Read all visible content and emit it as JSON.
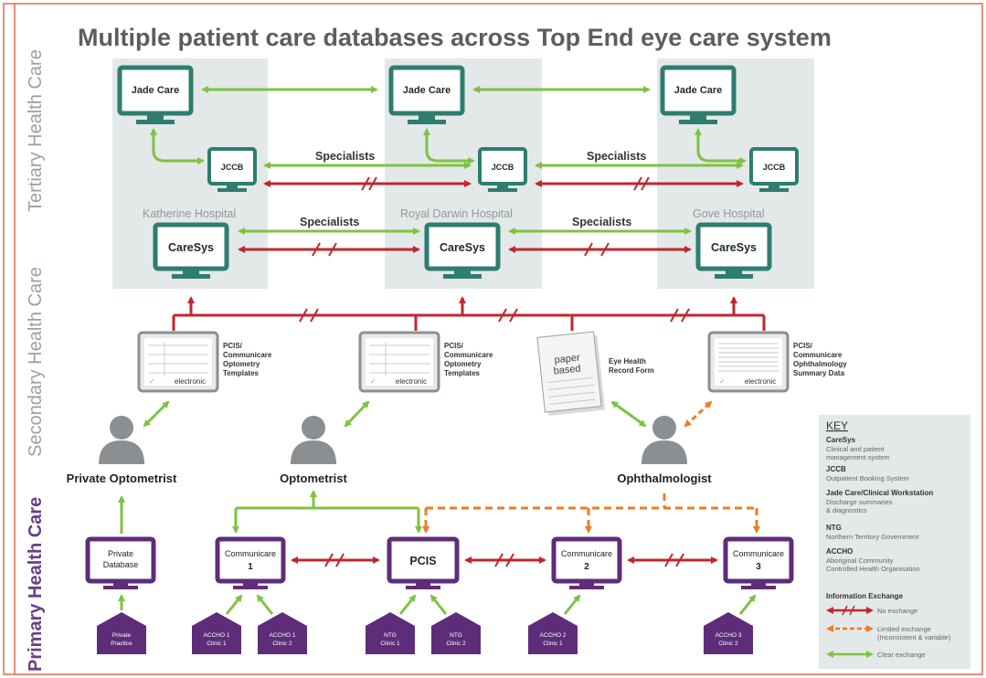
{
  "title": "Multiple patient care databases across Top End eye care system",
  "bands": {
    "tertiary": "Tertiary Health Care",
    "secondary": "Secondary Health Care",
    "primary": "Primary Health Care"
  },
  "hospitals": [
    "Katherine Hospital",
    "Royal Darwin Hospital",
    "Gove Hospital"
  ],
  "monitors": {
    "jade_care": "Jade Care",
    "jccb": "JCCB",
    "caresys": "CareSys"
  },
  "specialists": "Specialists",
  "templates": {
    "electronic": "electronic",
    "optometry": [
      "PCIS/",
      "Communicare",
      "Optometry",
      "Templates"
    ],
    "ophthalmology": [
      "PCIS/",
      "Communicare",
      "Ophthalmology",
      "Summary Data"
    ]
  },
  "paper": {
    "line1": "paper",
    "line2": "based",
    "label": [
      "Eye Health",
      "Record Form"
    ]
  },
  "people": {
    "private_optometrist": "Private Optometrist",
    "optometrist": "Optometrist",
    "ophthalmologist": "Ophthalmologist"
  },
  "primary": {
    "private_db": [
      "Private",
      "Database"
    ],
    "communicare": "Communicare",
    "num1": "1",
    "num2": "2",
    "num3": "3",
    "pcis": "PCIS"
  },
  "clinics": [
    [
      "Private",
      "Practice"
    ],
    [
      "ACCHO 1",
      "Clinic 1"
    ],
    [
      "ACCHO 1",
      "Clinic 2"
    ],
    [
      "NTG",
      "Clinic 1"
    ],
    [
      "NTG",
      "Clinic 2"
    ],
    [
      "ACCHO 2",
      "Clinic 1"
    ],
    [
      "ACCHO 3",
      "Clinic 2"
    ]
  ],
  "key": {
    "heading": "KEY",
    "items": [
      {
        "term": "CareSys",
        "desc": [
          "Clinical and patient",
          "management system"
        ]
      },
      {
        "term": "JCCB",
        "desc": [
          "Outpatient Booking System"
        ]
      },
      {
        "term": "Jade Care/Clinical Workstation",
        "desc": [
          "Discharge summaries",
          "& diagnostics"
        ]
      },
      {
        "term": "NTG",
        "desc": [
          "Northern Territory Government"
        ]
      },
      {
        "term": "ACCHO",
        "desc": [
          "Aboriginal Community",
          "Controlled Health Organisation"
        ]
      }
    ],
    "exchange_heading": "Information Exchange",
    "exchange": [
      {
        "label": "No exchange"
      },
      {
        "label": [
          "Limited exchange",
          "(Inconsistent & variable)"
        ]
      },
      {
        "label": "Clear exchange"
      }
    ]
  }
}
